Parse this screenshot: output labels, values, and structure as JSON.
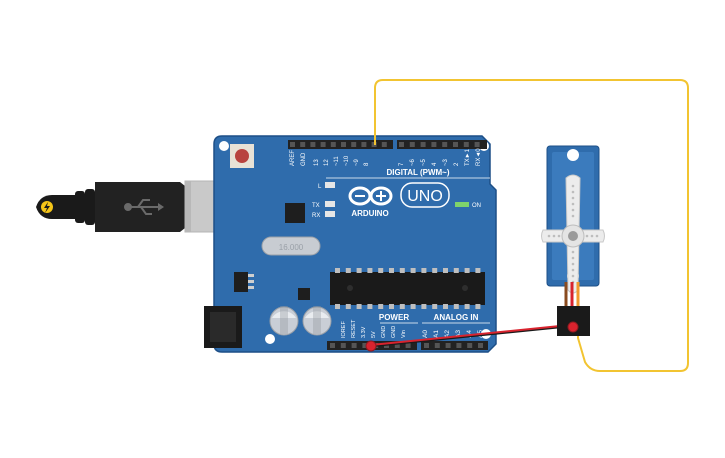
{
  "board": {
    "brand": "ARDUINO",
    "model": "UNO",
    "digital_header_title": "DIGITAL (PWM~)",
    "power_label": "POWER",
    "analog_label": "ANALOG IN",
    "led_on_label": "ON",
    "led_l_label": "L",
    "led_tx_label": "TX",
    "led_rx_label": "RX",
    "crystal_label": "16.000",
    "digital_pins": [
      "AREF",
      "GND",
      "13",
      "12",
      "~11",
      "~10",
      "~9",
      "8",
      "7",
      "~6",
      "~5",
      "4",
      "~3",
      "2",
      "TX►1",
      "RX◄0"
    ],
    "power_pins": [
      "IOREF",
      "RESET",
      "3.3V",
      "5V",
      "GND",
      "GND",
      "Vin"
    ],
    "analog_pins": [
      "A0",
      "A1",
      "A2",
      "A3",
      "A4",
      "A5"
    ]
  },
  "wires": {
    "signal_color": "#f2c431",
    "power_color": "#d9232e",
    "ground_color": "#1a1a1a"
  },
  "colors": {
    "board": "#2f6cac",
    "board_dark": "#1d4f87",
    "servo": "#2f6cac"
  },
  "icons": {
    "usb": "usb-icon",
    "power_bolt": "lightning-icon",
    "arduino_logo": "infinity-logo-icon"
  }
}
